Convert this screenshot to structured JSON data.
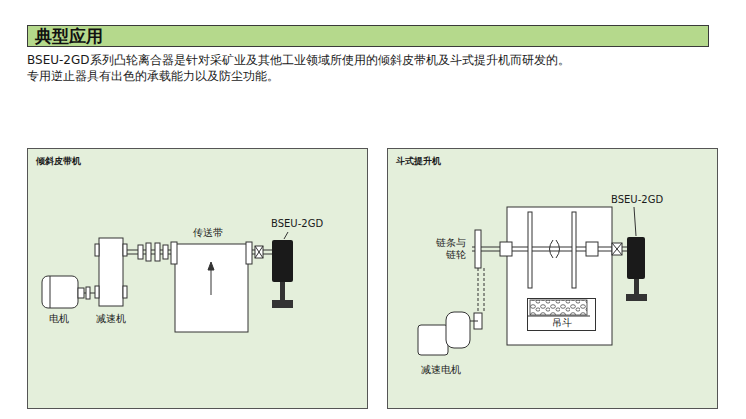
{
  "diagram": {
    "title": "典型应用",
    "nodes": [
      {
        "text": [
          "倾斜皮带机"
        ]
      },
      {
        "text": [
          "斗式提升机"
        ]
      },
      {
        "text": [
          "吊斗"
        ],
        "in": 1
      }
    ],
    "labels": [
      "BSEU-2GD系列凸轮离合器是针对采矿业及其他工业领域所使用的倾斜皮带机及斗式提升机而研发的。",
      "专用逆止器具有出色的承载能力以及防尘功能。",
      "传送带",
      "BSEU-2GD",
      "电机",
      "减速机",
      "链条与 链轮",
      "BSEU-2GD",
      "减速电机"
    ]
  }
}
